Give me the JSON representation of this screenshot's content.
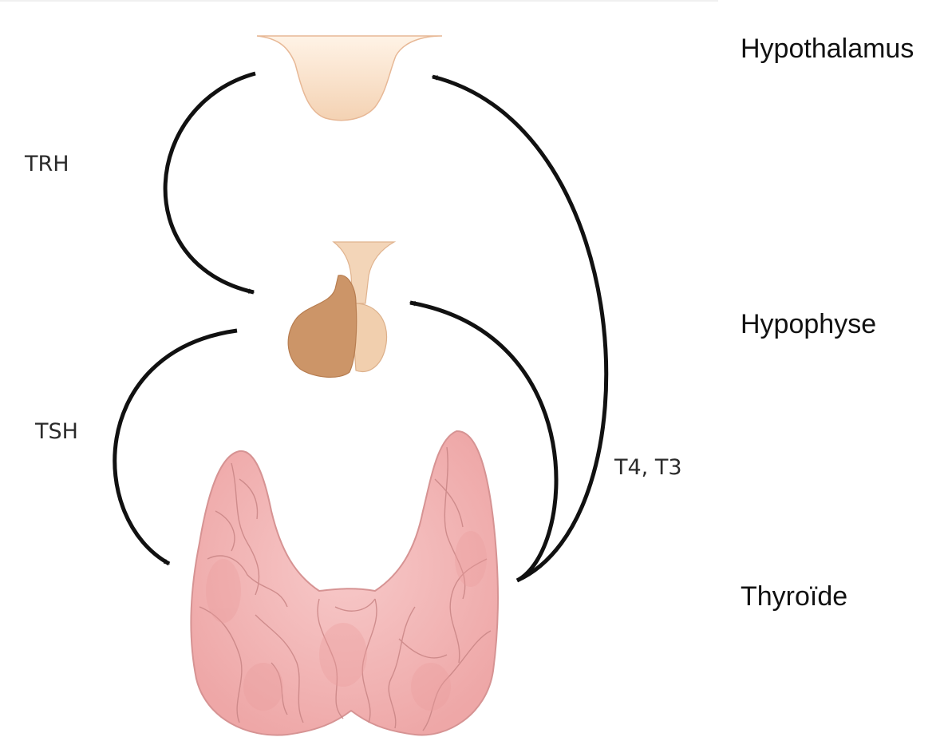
{
  "organs": {
    "hypothalamus": "Hypothalamus",
    "hypophyse": "Hypophyse",
    "thyroide": "Thyroïde"
  },
  "hormones": {
    "trh": "TRH",
    "tsh": "TSH",
    "t4_t3": "T4, T3"
  },
  "colors": {
    "hypothalamus_fill": "#f6d8bd",
    "hypophyse_anterior": "#cc9568",
    "hypophyse_posterior": "#f1cfae",
    "thyroid_fill": "#f2b7b7",
    "thyroid_lines": "#c98585",
    "arrow": "#111111"
  }
}
